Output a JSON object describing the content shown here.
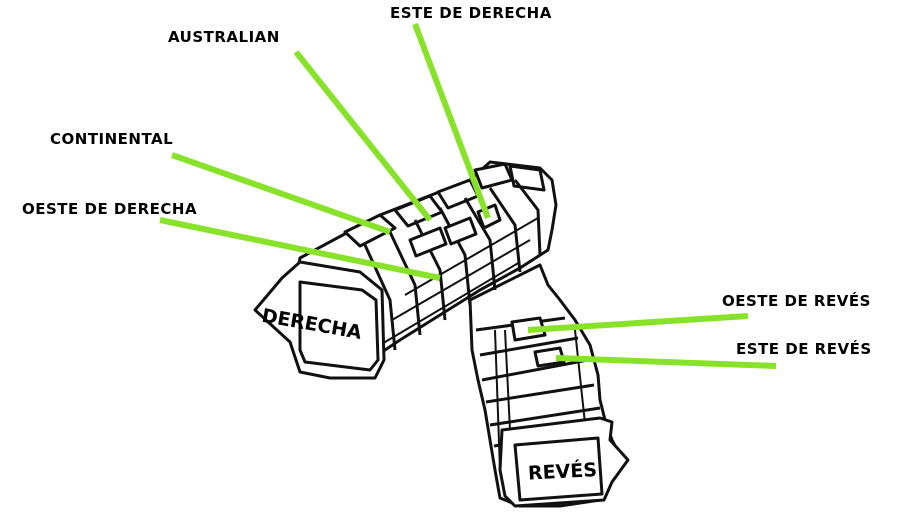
{
  "diagram": {
    "labels": {
      "este_de_derecha": "ESTE DE DERECHA",
      "australian": "AUSTRALIAN",
      "continental": "CONTINENTAL",
      "oeste_de_derecha": "OESTE DE DERECHA",
      "oeste_de_reves": "OESTE DE REVÉS",
      "este_de_reves": "ESTE DE REVÉS"
    },
    "face_labels": {
      "derecha": "DERECHA",
      "reves": "REVÉS"
    },
    "colors": {
      "leader_line": "#88e22a",
      "outline": "#111111",
      "fill": "#ffffff"
    }
  }
}
